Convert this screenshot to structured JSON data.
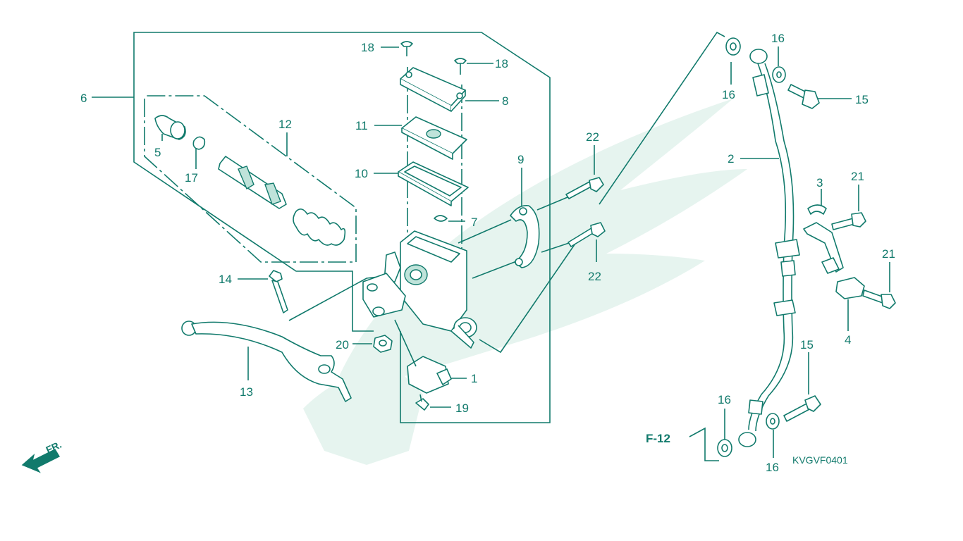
{
  "diagram": {
    "callouts": [
      {
        "id": "c1",
        "label": "1"
      },
      {
        "id": "c2",
        "label": "2"
      },
      {
        "id": "c3",
        "label": "3"
      },
      {
        "id": "c4",
        "label": "4"
      },
      {
        "id": "c5",
        "label": "5"
      },
      {
        "id": "c6",
        "label": "6"
      },
      {
        "id": "c7",
        "label": "7"
      },
      {
        "id": "c8",
        "label": "8"
      },
      {
        "id": "c9",
        "label": "9"
      },
      {
        "id": "c10",
        "label": "10"
      },
      {
        "id": "c11",
        "label": "11"
      },
      {
        "id": "c12",
        "label": "12"
      },
      {
        "id": "c13",
        "label": "13"
      },
      {
        "id": "c14",
        "label": "14"
      },
      {
        "id": "c15a",
        "label": "15"
      },
      {
        "id": "c15b",
        "label": "15"
      },
      {
        "id": "c16a",
        "label": "16"
      },
      {
        "id": "c16b",
        "label": "16"
      },
      {
        "id": "c16c",
        "label": "16"
      },
      {
        "id": "c16d",
        "label": "16"
      },
      {
        "id": "c17",
        "label": "17"
      },
      {
        "id": "c18a",
        "label": "18"
      },
      {
        "id": "c18b",
        "label": "18"
      },
      {
        "id": "c19",
        "label": "19"
      },
      {
        "id": "c20",
        "label": "20"
      },
      {
        "id": "c21a",
        "label": "21"
      },
      {
        "id": "c21b",
        "label": "21"
      },
      {
        "id": "c22a",
        "label": "22"
      },
      {
        "id": "c22b",
        "label": "22"
      }
    ],
    "reference": "F-12",
    "drawing_code": "KVGVF0401",
    "front_indicator": "FR."
  },
  "colors": {
    "line": "#117a6c",
    "watermark": "#e6f4ef",
    "background": "#ffffff"
  }
}
